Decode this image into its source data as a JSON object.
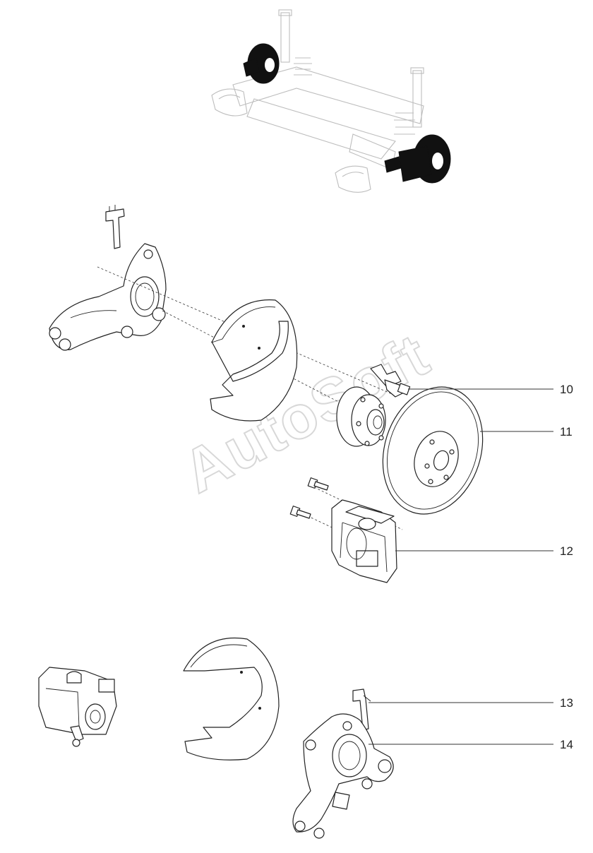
{
  "watermark": "AutoSoft",
  "callouts": [
    {
      "id": "10",
      "label": "10"
    },
    {
      "id": "11",
      "label": "11"
    },
    {
      "id": "12",
      "label": "12"
    },
    {
      "id": "13",
      "label": "13"
    },
    {
      "id": "14",
      "label": "14"
    }
  ],
  "colors": {
    "line": "#222222",
    "ghost": "#bdbdbd",
    "watermark": "#d8d8d8",
    "highlight": "#111111"
  }
}
